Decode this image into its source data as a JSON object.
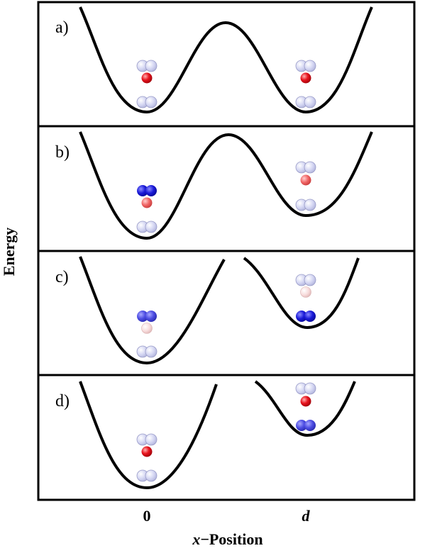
{
  "axis": {
    "ylabel": "Energy",
    "xlabel_var": "x",
    "xlabel_rest": "−Position",
    "ticks": [
      "0",
      "d"
    ]
  },
  "panels": [
    {
      "label": "a)",
      "description": "symmetric double well, both sites same depth"
    },
    {
      "label": "b)",
      "description": "double well with barrier, left site occupied by excited state"
    },
    {
      "label": "c)",
      "description": "right well raised, barrier removed"
    },
    {
      "label": "d)",
      "description": "right well raised further"
    }
  ],
  "colors": {
    "ground": "#d0d2f0",
    "excited_dark": "#1818d8",
    "excited_medium": "#4b4be0",
    "ion_red": "#e8141e",
    "ion_light_red": "#f06666",
    "ion_pale": "#f8dada"
  }
}
